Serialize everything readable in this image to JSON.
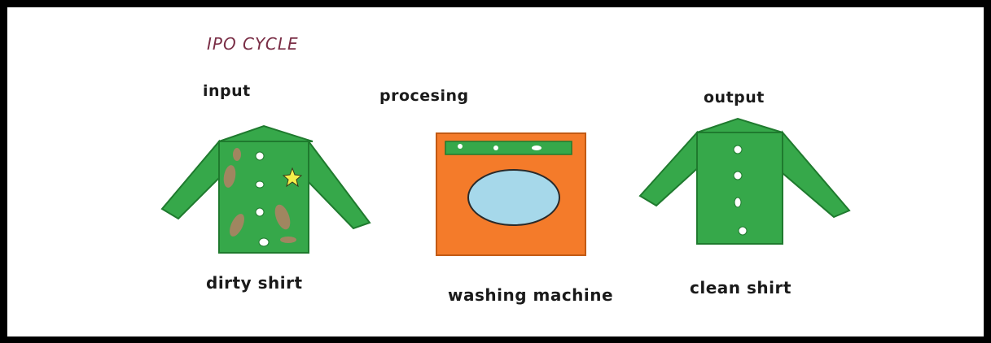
{
  "title": "IPO CYCLE",
  "stages": {
    "input": {
      "label": "input",
      "caption": "dirty shirt"
    },
    "processing": {
      "label": "procesing",
      "caption": "washing machine"
    },
    "output": {
      "label": "output",
      "caption": "clean shirt"
    }
  },
  "colors": {
    "title": "#7a2e46",
    "shirt": "#36a84a",
    "shirt_outline": "#1f7a2e",
    "stain": "#a08660",
    "star": "#f4ef4a",
    "machine_body": "#f47b2a",
    "machine_panel": "#36a84a",
    "machine_window": "#a6d8ea",
    "buttons": "#ffffff"
  }
}
